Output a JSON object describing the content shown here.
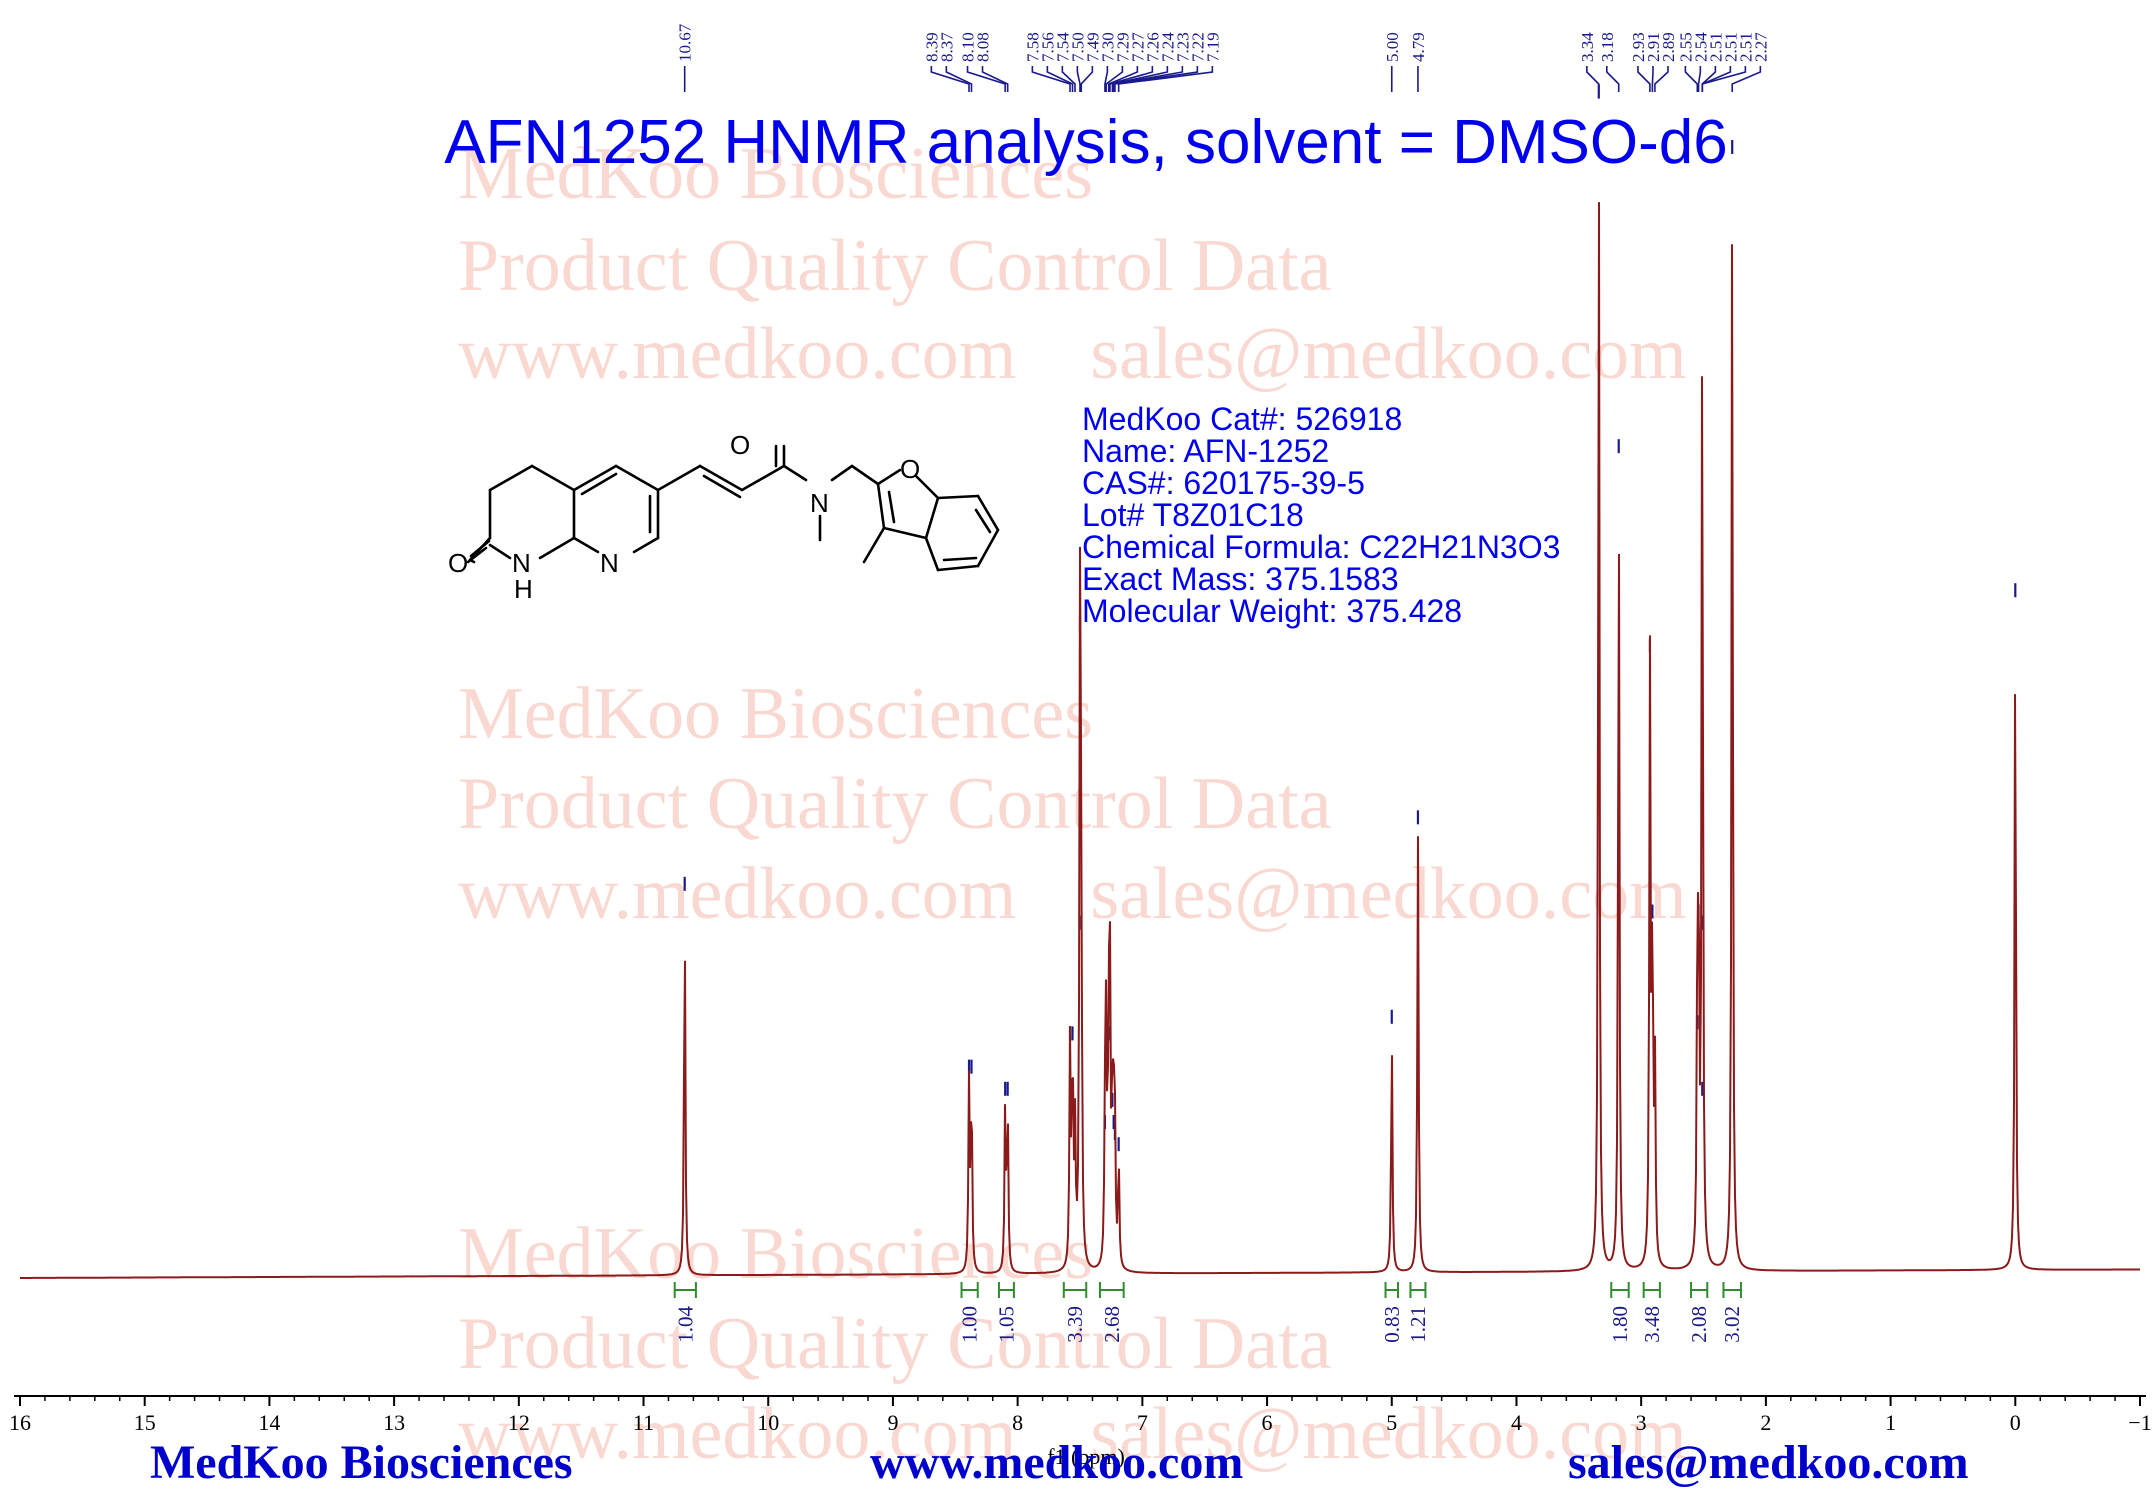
{
  "title": "AFN1252 HNMR analysis, solvent = DMSO-d6",
  "watermark": {
    "line1": "MedKoo Biosciences",
    "line2": "Product Quality Control Data",
    "line3": "www.medkoo.com    sales@medkoo.com"
  },
  "compound_info": [
    "MedKoo Cat#: 526918",
    "Name: AFN-1252",
    "CAS#: 620175-39-5",
    "Lot# T8Z01C18",
    "Chemical Formula: C22H21N3O3",
    "Exact Mass: 375.1583",
    "Molecular Weight: 375.428"
  ],
  "structure_atoms": {
    "o_amide": "O",
    "n_amide": "N",
    "o_furan": "O",
    "o_lactam": "O",
    "n_lactam": "N",
    "h_lactam": "H",
    "n_pyridine": "N"
  },
  "footer": {
    "company": "MedKoo Biosciences",
    "website": "www.medkoo.com",
    "email": "sales@medkoo.com"
  },
  "colors": {
    "spectrum": "#8b1a1a",
    "peak_label": "#1a1a8c",
    "integral": "#2e8b2e",
    "title": "#0000ee",
    "watermark": "#f2b8aa"
  },
  "chart_data": {
    "type": "line",
    "title": "AFN1252 HNMR analysis, solvent = DMSO-d6",
    "xlabel": "f1 (ppm)",
    "ylabel": "",
    "xlim": [
      16,
      -1
    ],
    "x_reversed": true,
    "grid": false,
    "xticks": [
      16,
      15,
      14,
      13,
      12,
      11,
      10,
      9,
      8,
      7,
      6,
      5,
      4,
      3,
      2,
      1,
      0,
      -1
    ],
    "xtick_labels": [
      "16",
      "15",
      "14",
      "13",
      "12",
      "11",
      "10",
      "9",
      "8",
      "7",
      "6",
      "5",
      "4",
      "3",
      "2",
      "1",
      "0",
      "−1"
    ],
    "series": [
      {
        "peaks": [
          {
            "ppm": 10.67,
            "height": 0.335
          },
          {
            "ppm": 8.39,
            "height": 0.17
          },
          {
            "ppm": 8.37,
            "height": 0.17
          },
          {
            "ppm": 8.1,
            "height": 0.15
          },
          {
            "ppm": 8.08,
            "height": 0.15
          },
          {
            "ppm": 7.58,
            "height": 0.2
          },
          {
            "ppm": 7.56,
            "height": 0.2
          },
          {
            "ppm": 7.54,
            "height": 0.12
          },
          {
            "ppm": 7.5,
            "height": 0.57
          },
          {
            "ppm": 7.49,
            "height": 0.3
          },
          {
            "ppm": 7.3,
            "height": 0.12
          },
          {
            "ppm": 7.29,
            "height": 0.21
          },
          {
            "ppm": 7.27,
            "height": 0.2
          },
          {
            "ppm": 7.26,
            "height": 0.24
          },
          {
            "ppm": 7.24,
            "height": 0.14
          },
          {
            "ppm": 7.23,
            "height": 0.12
          },
          {
            "ppm": 7.22,
            "height": 0.11
          },
          {
            "ppm": 7.19,
            "height": 0.1
          },
          {
            "ppm": 5.0,
            "height": 0.215
          },
          {
            "ppm": 4.79,
            "height": 0.395
          },
          {
            "ppm": 3.34,
            "height": 1.05
          },
          {
            "ppm": 3.18,
            "height": 0.73
          },
          {
            "ppm": 2.93,
            "height": 0.55
          },
          {
            "ppm": 2.91,
            "height": 0.31
          },
          {
            "ppm": 2.89,
            "height": 0.18
          },
          {
            "ppm": 2.55,
            "height": 0.21
          },
          {
            "ppm": 2.54,
            "height": 0.31
          },
          {
            "ppm": 2.51,
            "height": 0.45
          },
          {
            "ppm": 2.51,
            "height": 0.3
          },
          {
            "ppm": 2.51,
            "height": 0.15
          },
          {
            "ppm": 2.27,
            "height": 1.0
          },
          {
            "ppm": 0.0,
            "height": 0.6
          }
        ]
      }
    ],
    "peak_labels": [
      "10.67",
      "8.39",
      "8.37",
      "8.10",
      "8.08",
      "7.58",
      "7.56",
      "7.54",
      "7.50",
      "7.49",
      "7.30",
      "7.29",
      "7.27",
      "7.26",
      "7.24",
      "7.23",
      "7.22",
      "7.19",
      "5.00",
      "4.79",
      "3.34",
      "3.18",
      "2.93",
      "2.91",
      "2.89",
      "2.55",
      "2.54",
      "2.51",
      "2.51",
      "2.51",
      "2.27"
    ],
    "integrals": [
      {
        "from": 10.75,
        "to": 10.58,
        "value": "1.04"
      },
      {
        "from": 8.45,
        "to": 8.32,
        "value": "1.00"
      },
      {
        "from": 8.15,
        "to": 8.03,
        "value": "1.05"
      },
      {
        "from": 7.63,
        "to": 7.45,
        "value": "3.39"
      },
      {
        "from": 7.34,
        "to": 7.15,
        "value": "2.68"
      },
      {
        "from": 5.05,
        "to": 4.95,
        "value": "0.83"
      },
      {
        "from": 4.85,
        "to": 4.73,
        "value": "1.21"
      },
      {
        "from": 3.24,
        "to": 3.1,
        "value": "1.80"
      },
      {
        "from": 2.98,
        "to": 2.85,
        "value": "3.48"
      },
      {
        "from": 2.6,
        "to": 2.47,
        "value": "2.08"
      },
      {
        "from": 2.34,
        "to": 2.2,
        "value": "3.02"
      }
    ]
  }
}
